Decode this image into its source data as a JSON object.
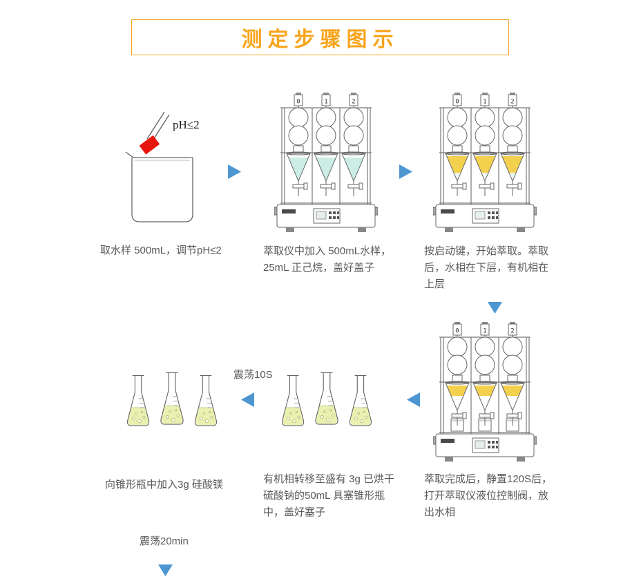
{
  "title": "测定步骤图示",
  "labels": {
    "ph": "pH≤2",
    "shake_10s": "震荡10S",
    "shake_20min": "震荡20min"
  },
  "apparatus": {
    "dials": [
      "0",
      "1",
      "2"
    ]
  },
  "steps": [
    {
      "caption": "取水样 500mL，调节pH≤2"
    },
    {
      "caption": "萃取仪中加入 500mL水样，\n25mL 正己烷，盖好盖子"
    },
    {
      "caption": "按启动键，开始萃取。萃取\n后，水相在下层，有机相在\n上层"
    },
    {
      "caption": "萃取完成后，静置120S后，\n打开萃取仪液位控制阀，放\n出水相"
    },
    {
      "caption": "有机相转移至盛有 3g 已烘干\n硫酸钠的50mL 具塞锥形瓶\n中，盖好塞子"
    },
    {
      "caption": "向锥形瓶中加入3g 硅酸镁"
    }
  ],
  "colors": {
    "accent_orange": "#F8A41B",
    "arrow_blue": "#4D96D2",
    "liquid_cyan": "#CBEDE5",
    "liquid_yellow": "#F4D04F",
    "liquid_pale": "#EDF7F3",
    "liquid_flask": "#EAF0B0",
    "text_gray": "#595959",
    "ph_strip_red": "#E8150E"
  }
}
